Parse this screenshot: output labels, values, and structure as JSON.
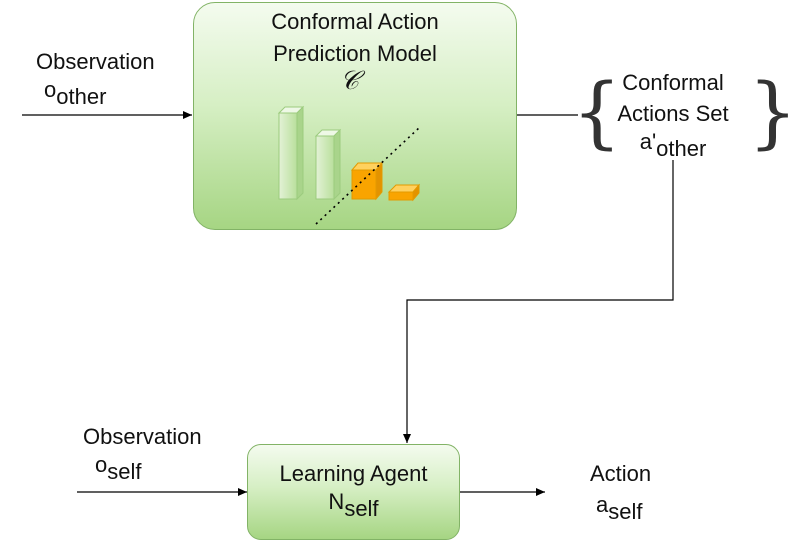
{
  "model": {
    "title_line1": "Conformal Action",
    "title_line2": "Prediction Model",
    "symbol": "𝒞"
  },
  "input_other": {
    "label": "Observation",
    "symbol": "o",
    "subscript": "other"
  },
  "conformal_set": {
    "line1": "Conformal",
    "line2": "Actions Set",
    "symbol": "a'",
    "subscript": "other",
    "brace_open": "{",
    "brace_close": "}"
  },
  "agent": {
    "title": "Learning Agent",
    "symbol": "N",
    "subscript": "self"
  },
  "input_self": {
    "label": "Observation",
    "symbol": "o",
    "subscript": "self"
  },
  "action": {
    "label": "Action",
    "symbol": "a",
    "subscript": "self"
  },
  "colors": {
    "box_border": "#82b366",
    "green_top": "#f4fbef",
    "green_bottom": "#a6d583",
    "orange": "#f9a400"
  }
}
